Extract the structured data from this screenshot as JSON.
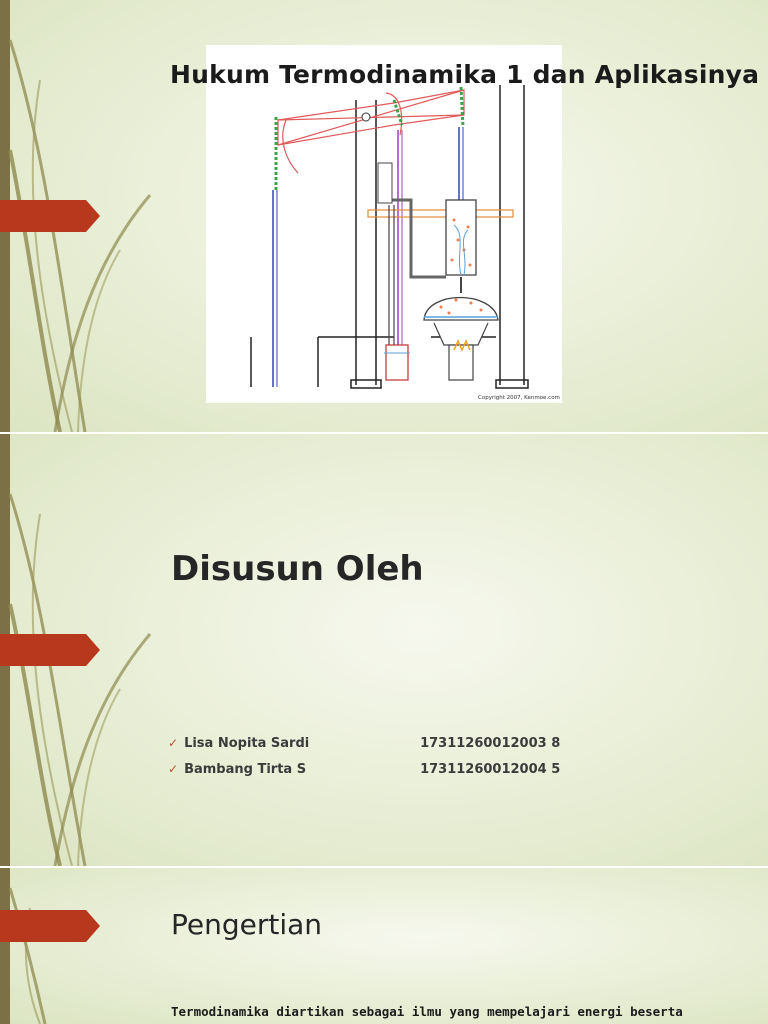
{
  "theme": {
    "accent_arrow": "#b8381e",
    "edge_bar": "#7c7047",
    "grass": "#8d8a4e",
    "check": "#c0502e"
  },
  "slide1": {
    "title": "Hukum Termodinamika 1 dan Aplikasinya",
    "diagram": {
      "copyright": "Copyright 2007, Kenmoe.com"
    }
  },
  "slide2": {
    "heading": "Disusun Oleh",
    "authors": [
      {
        "name": "Lisa Nopita Sardi",
        "id": "17311260012003 8"
      },
      {
        "name": "Bambang Tirta S",
        "id": "17311260012004 5"
      }
    ]
  },
  "slide3": {
    "heading": "Pengertian",
    "definition": "Termodinamika diartikan sebagai ilmu yang mempelajari energi beserta"
  }
}
